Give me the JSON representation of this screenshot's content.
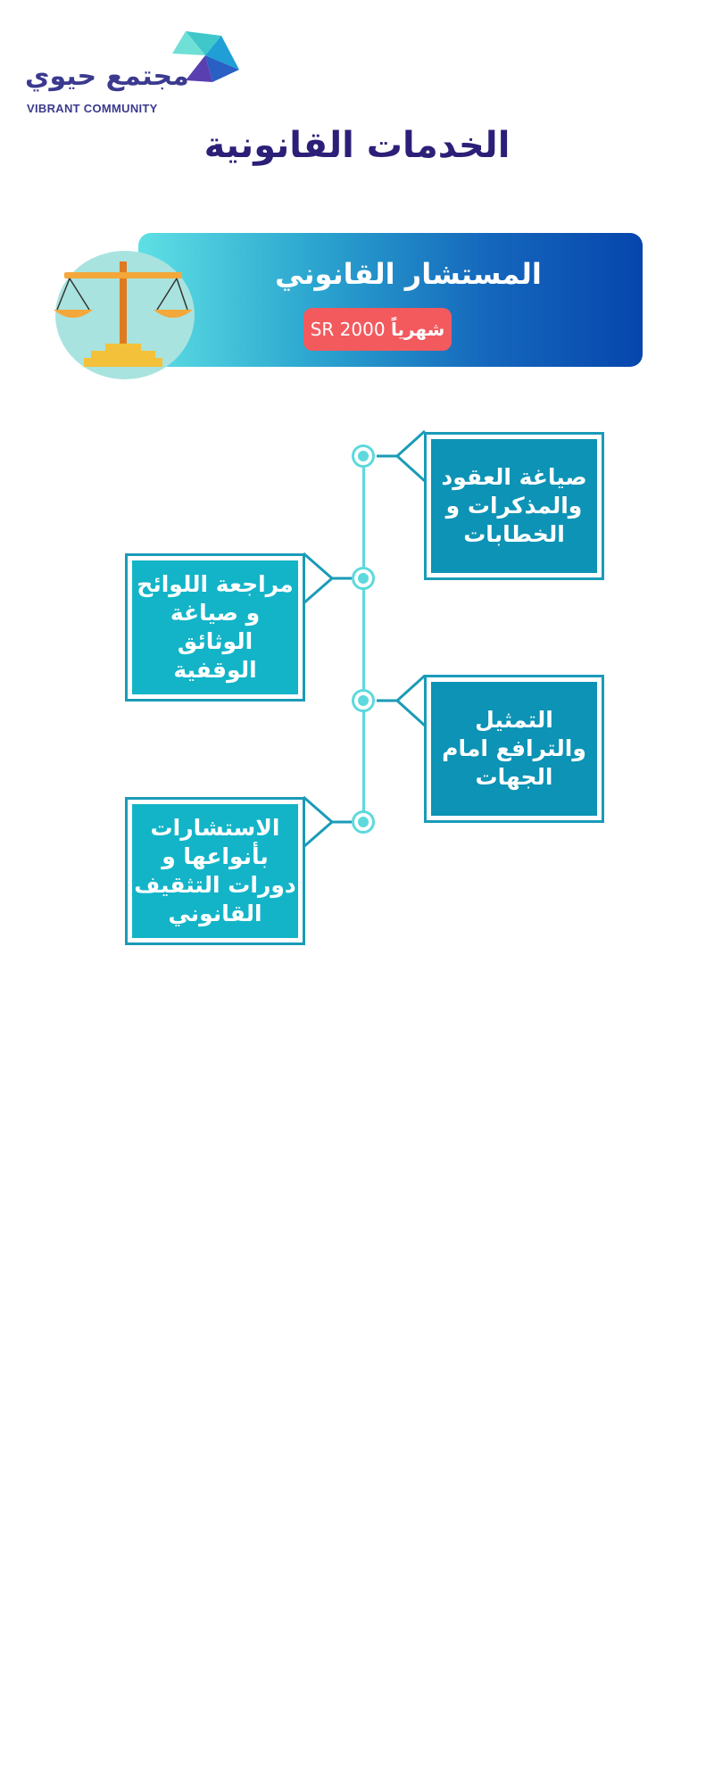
{
  "logo": {
    "arabic_name": "مجتمع حيوي",
    "english_name": "VIBRANT COMMUNITY"
  },
  "page_title": "الخدمات القانونية",
  "banner": {
    "title": "المستشار القانوني",
    "price_period": "شهرياً",
    "price_value": "2000 SR",
    "icon": "scales-of-justice-icon"
  },
  "services": [
    {
      "side": "right",
      "label": "صياغة العقود والمذكرات و الخطابات"
    },
    {
      "side": "left",
      "label": "مراجعة اللوائح و صياغة الوثائق الوقفية"
    },
    {
      "side": "right",
      "label": "التمثيل والترافع امام الجهات"
    },
    {
      "side": "left",
      "label": "الاستشارات بأنواعها و دورات التثقيف القانوني"
    }
  ],
  "colors": {
    "title": "#2b1f78",
    "banner_start": "#5ee0e4",
    "banner_end": "#0646ad",
    "price_badge": "#f25a5e",
    "timeline": "#5dd9dd",
    "box_dark": "#0c93b5",
    "box_light": "#13b4c8"
  }
}
